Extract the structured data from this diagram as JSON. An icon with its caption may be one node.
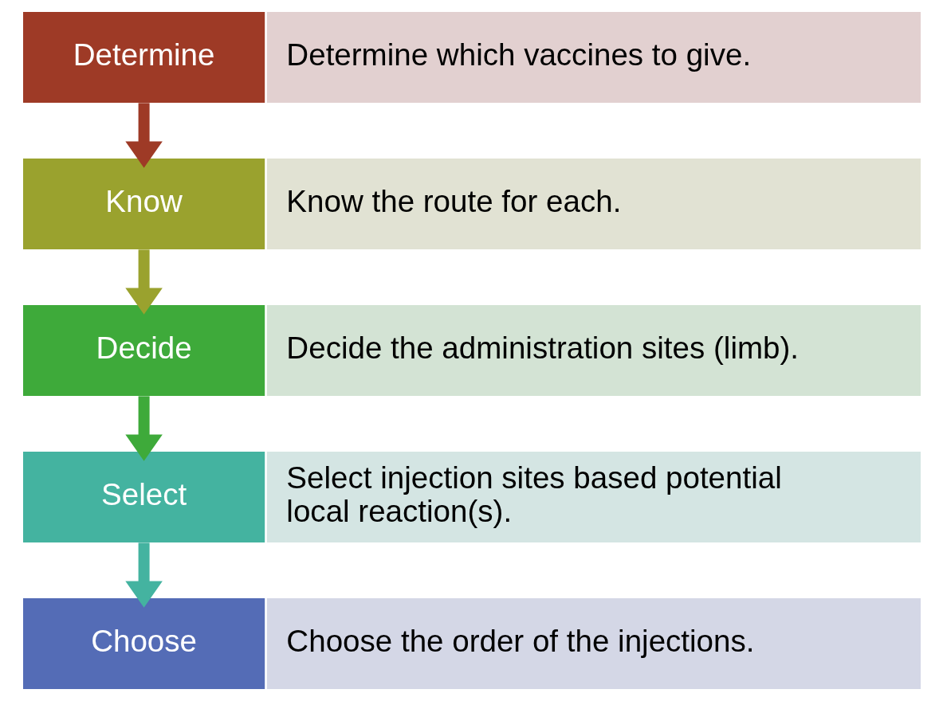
{
  "diagram": {
    "nodes": [
      {
        "text": [
          "Determine"
        ]
      },
      {
        "text": [
          "Determine which vaccines to give."
        ]
      },
      {
        "text": [
          "Know"
        ]
      },
      {
        "text": [
          "Know the route for each."
        ]
      },
      {
        "text": [
          "Decide"
        ]
      },
      {
        "text": [
          "Decide the administration sites (limb)."
        ]
      },
      {
        "text": [
          "Select"
        ]
      },
      {
        "text": [
          "Select injection sites based potential local reaction(s)."
        ]
      },
      {
        "text": [
          "Choose"
        ]
      },
      {
        "text": [
          "Choose the order of the injections."
        ]
      }
    ],
    "edges": [
      {
        "from": 0,
        "to": 2,
        "arrow": "to",
        "color": "#9e3a26"
      },
      {
        "from": 2,
        "to": 4,
        "arrow": "to",
        "color": "#9aa22e"
      },
      {
        "from": 4,
        "to": 6,
        "arrow": "to",
        "color": "#3eaa3a"
      },
      {
        "from": 6,
        "to": 8,
        "arrow": "to",
        "color": "#44b3a0"
      }
    ]
  }
}
